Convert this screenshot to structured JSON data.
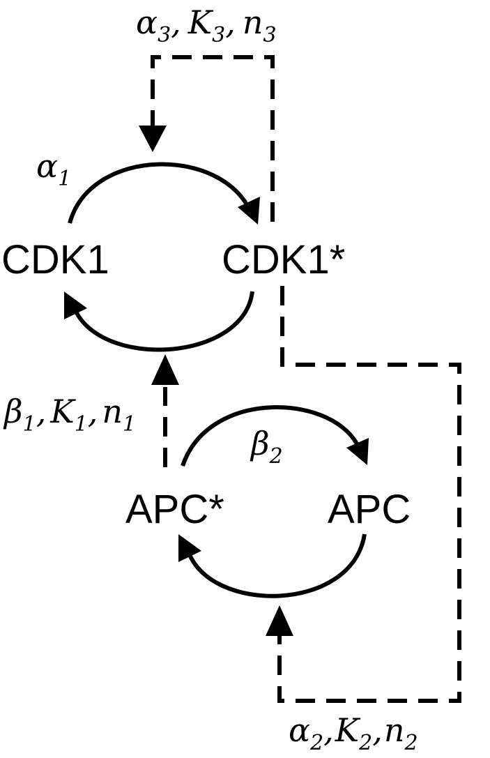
{
  "nodes": {
    "cdk1": "CDK1",
    "cdk1_active": "CDK1*",
    "apc_active": "APC*",
    "apc": "APC"
  },
  "params": {
    "alpha1": {
      "sym": "α",
      "sub": "1"
    },
    "beta2": {
      "sym": "β",
      "sub": "2"
    },
    "alpha3_group": [
      {
        "sym": "α",
        "sub": "3"
      },
      {
        "sym": "K",
        "sub": "3"
      },
      {
        "sym": "n",
        "sub": "3"
      }
    ],
    "beta1_group": [
      {
        "sym": "β",
        "sub": "1"
      },
      {
        "sym": "K",
        "sub": "1"
      },
      {
        "sym": "n",
        "sub": "1"
      }
    ],
    "alpha2_group": [
      {
        "sym": "α",
        "sub": "2"
      },
      {
        "sym": "K",
        "sub": "2"
      },
      {
        "sym": "n",
        "sub": "2"
      }
    ],
    "separator": ","
  }
}
